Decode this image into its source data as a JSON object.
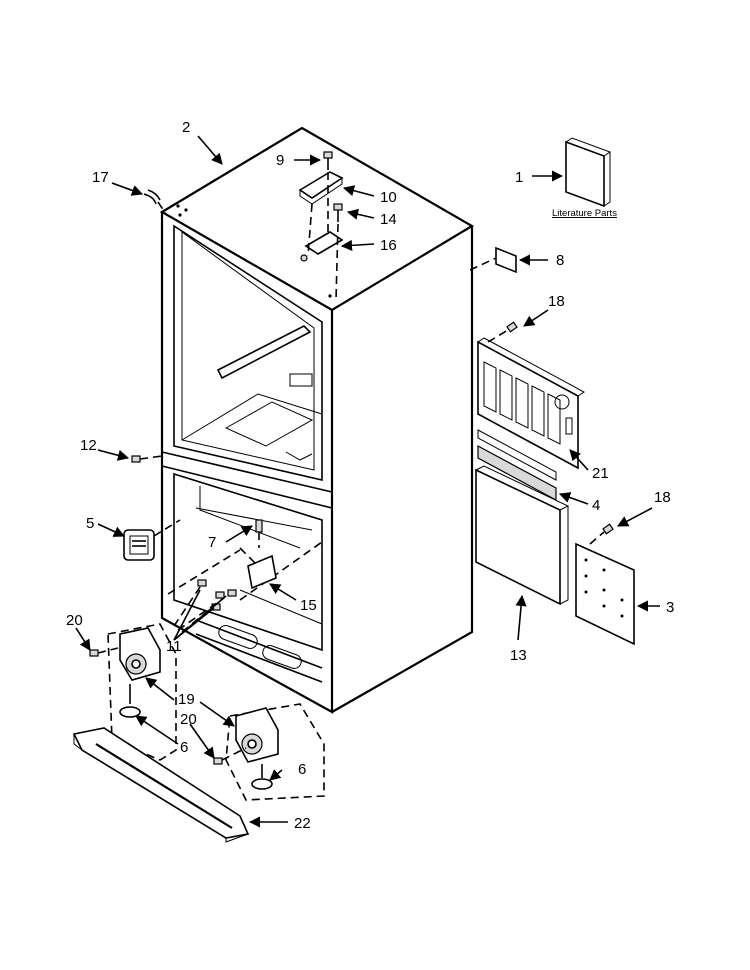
{
  "literature_caption": "Literature Parts",
  "callouts": [
    "1",
    "2",
    "3",
    "4",
    "5",
    "6",
    "6",
    "7",
    "8",
    "9",
    "10",
    "11",
    "12",
    "13",
    "14",
    "15",
    "16",
    "17",
    "18",
    "18",
    "19",
    "20",
    "20",
    "21",
    "22"
  ]
}
